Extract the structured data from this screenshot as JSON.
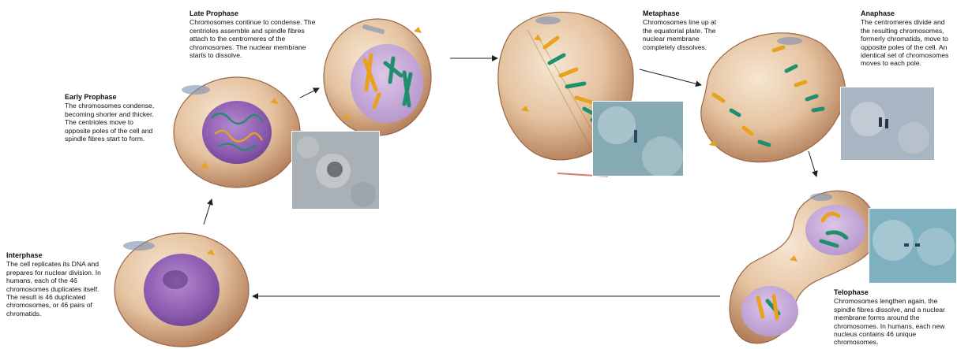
{
  "stages": [
    {
      "key": "interphase",
      "title": "Interphase",
      "text": "The cell replicates its DNA and prepares for nuclear division. In humans, each of the 46 chromosomes duplicates itself. The result is 46 duplicated chromosomes, or 46 pairs of chromatids."
    },
    {
      "key": "early_prophase",
      "title": "Early Prophase",
      "text": "The chromosomes condense, becoming shorter and thicker. The centrioles move to opposite poles of the cell and spindle fibres start to form."
    },
    {
      "key": "late_prophase",
      "title": "Late Prophase",
      "text": "Chromosomes continue to condense. The centrioles assemble and spindle fibres attach to the centromeres of the chromosomes. The nuclear membrane starts to dissolve."
    },
    {
      "key": "metaphase",
      "title": "Metaphase",
      "text": "Chromosomes line up at the equatorial plate. The nuclear membrane completely dissolves."
    },
    {
      "key": "anaphase",
      "title": "Anaphase",
      "text": "The centromeres divide and the resulting chromosomes, formerly chromatids, move to opposite poles of the cell. An identical set of chromosomes moves to each pole."
    },
    {
      "key": "telophase",
      "title": "Telophase",
      "text": "Chromosomes lengthen again, the spindle fibres dissolve, and a nuclear membrane forms around the chromosomes. In humans, each new nucleus contains 46 unique chromosomes."
    }
  ],
  "colors": {
    "cytoplasm": "#e8c9a6",
    "cytoplasm_dark": "#b98563",
    "nucleus": "#8e5fb0",
    "chromosome_orange": "#e9a21c",
    "chromosome_green": "#1f8f6e",
    "micrograph_gray": "#aab1b6",
    "micrograph_blue": "#86aab3"
  }
}
